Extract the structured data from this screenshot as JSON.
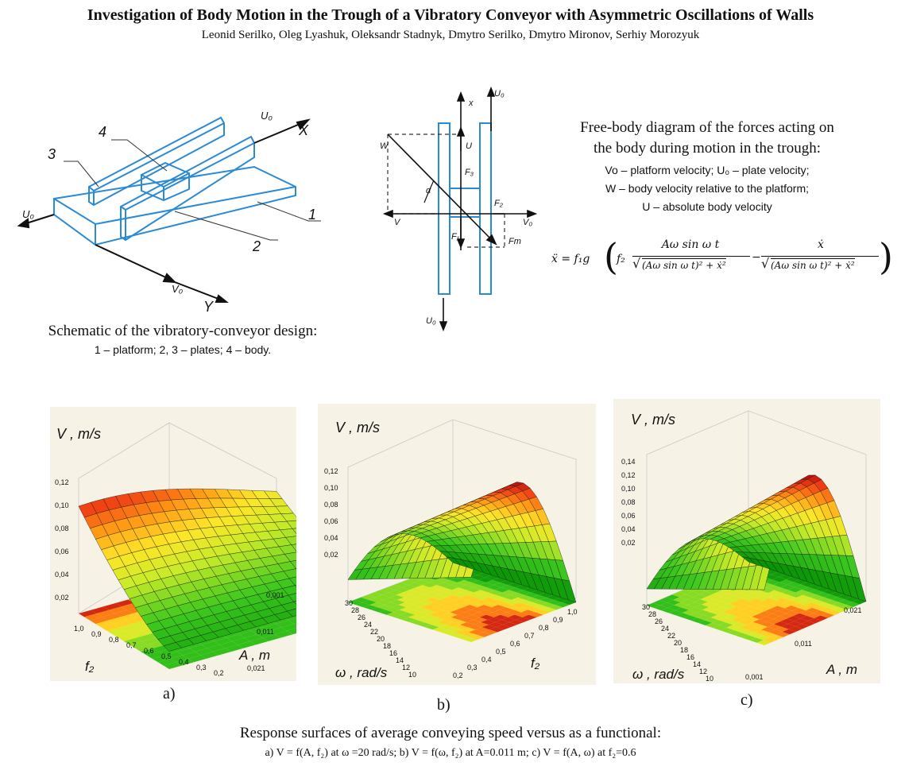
{
  "header": {
    "title": "Investigation of Body Motion in the Trough of a Vibratory Conveyor with Asymmetric Oscillations of Walls",
    "authors": "Leonid Serilko, Oleg Lyashuk, Oleksandr Stadnyk, Dmytro Serilko, Dmytro Mironov, Serhiy Morozyuk"
  },
  "schematic": {
    "labels": {
      "n1": "1",
      "n2": "2",
      "n3": "3",
      "n4": "4",
      "u0_top": "U₀",
      "x": "X",
      "u0_left": "U₀",
      "v0": "V₀",
      "y": "Y"
    },
    "caption_title": "Schematic of the vibratory-conveyor design:",
    "caption_items": "1 – platform; 2, 3 – plates; 4 – body."
  },
  "fbd": {
    "labels": {
      "x": "x",
      "u0_top": "U₀",
      "u": "U",
      "w": "W",
      "alpha": "α",
      "f3": "F₃",
      "f2": "F₂",
      "v": "V",
      "v0": "V₀",
      "f1": "F₁",
      "ft": "Fт",
      "u0_bottom": "U₀"
    },
    "caption_title_1": "Free-body diagram of the forces acting on",
    "caption_title_2": "the body during motion in the trough:",
    "legend": [
      "Vo – platform velocity; U₀ – plate velocity;",
      "W – body velocity relative to the platform;",
      "U – absolute body velocity"
    ],
    "equation": {
      "lhs": "ẍ = f₁g",
      "f2": "f₂",
      "num1": "Aω sin ω t",
      "den1": "(Aω sin ω t)² + ẋ²",
      "num2": "ẋ",
      "den2": "(Aω sin ω t)² + ẋ²"
    }
  },
  "charts": {
    "a": {
      "vlabel": "V , m/s",
      "yticks": [
        "0,12",
        "0,10",
        "0,08",
        "0,06",
        "0,04",
        "0,02"
      ],
      "f2ticks": [
        "1,0",
        "0,9",
        "0,8",
        "0,7",
        "0,6",
        "0,5",
        "0,4",
        "0,3",
        "0,2"
      ],
      "aticks": [
        "0,001",
        "0,011",
        "0,021"
      ],
      "xname": "f₂",
      "yname": "A , m",
      "sub": "a)"
    },
    "b": {
      "vlabel": "V , m/s",
      "yticks": [
        "0,12",
        "0,10",
        "0,08",
        "0,06",
        "0,04",
        "0,02"
      ],
      "wticks": [
        "30",
        "28",
        "26",
        "24",
        "22",
        "20",
        "18",
        "16",
        "14",
        "12",
        "10"
      ],
      "f2ticks": [
        "0,2",
        "0,3",
        "0,4",
        "0,5",
        "0,6",
        "0,7",
        "0,8",
        "0,9",
        "1,0"
      ],
      "xname": "ω , rad/s",
      "yname": "f₂",
      "sub": "b)"
    },
    "c": {
      "vlabel": "V , m/s",
      "yticks": [
        "0,14",
        "0,12",
        "0,10",
        "0,08",
        "0,06",
        "0,04",
        "0,02"
      ],
      "wticks": [
        "30",
        "28",
        "26",
        "24",
        "22",
        "20",
        "18",
        "16",
        "14",
        "12",
        "10"
      ],
      "aticks": [
        "0,001",
        "0,011",
        "0,021"
      ],
      "xname": "ω , rad/s",
      "yname": "A , m",
      "sub": "c)"
    }
  },
  "chart_data": [
    {
      "type": "surface",
      "title": "",
      "xlabel": "f₂",
      "ylabel": "A , m",
      "zlabel": "V , m/s",
      "x_range": [
        0.2,
        1.0
      ],
      "y_range": [
        0.001,
        0.021
      ],
      "zlim": [
        0,
        0.12
      ],
      "fixed": "ω =20 rad/s"
    },
    {
      "type": "surface",
      "title": "",
      "xlabel": "ω , rad/s",
      "ylabel": "f₂",
      "zlabel": "V , m/s",
      "x_range": [
        10,
        30
      ],
      "y_range": [
        0.2,
        1.0
      ],
      "zlim": [
        0,
        0.12
      ],
      "fixed": "A=0.011 m"
    },
    {
      "type": "surface",
      "title": "",
      "xlabel": "ω , rad/s",
      "ylabel": "A , m",
      "zlabel": "V , m/s",
      "x_range": [
        10,
        30
      ],
      "y_range": [
        0.001,
        0.021
      ],
      "zlim": [
        0,
        0.14
      ],
      "fixed": "f₂=0.6"
    }
  ],
  "footer": {
    "caption_title": "Response surfaces of average conveying speed versus as a functional:",
    "caption_a": "a) V = f(A, f₂) at ω =20 rad/s;",
    "caption_b": "b) V = f(ω, f₂) at A=0.011 m;",
    "caption_c": "c) V = f(A, ω) at f₂=0.6"
  },
  "colors": {
    "drawing_blue": "#2a8ad4",
    "panel_bg": "#f7f2e6",
    "dark_red": "#b01010",
    "green": "#1f9e1f",
    "yellow": "#f0e030"
  }
}
